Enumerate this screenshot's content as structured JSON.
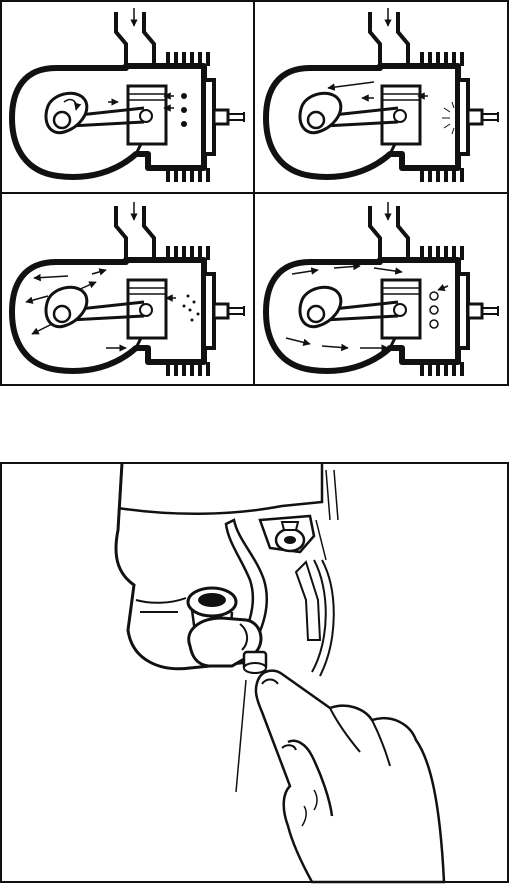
{
  "figures": {
    "engine_cycle": {
      "panels": [
        {
          "stage": "intake-compression"
        },
        {
          "stage": "ignition"
        },
        {
          "stage": "power-expansion"
        },
        {
          "stage": "exhaust-transfer"
        }
      ]
    },
    "fuel_fitting": {}
  },
  "colors": {
    "ink": "#111111",
    "paper": "#ffffff"
  }
}
